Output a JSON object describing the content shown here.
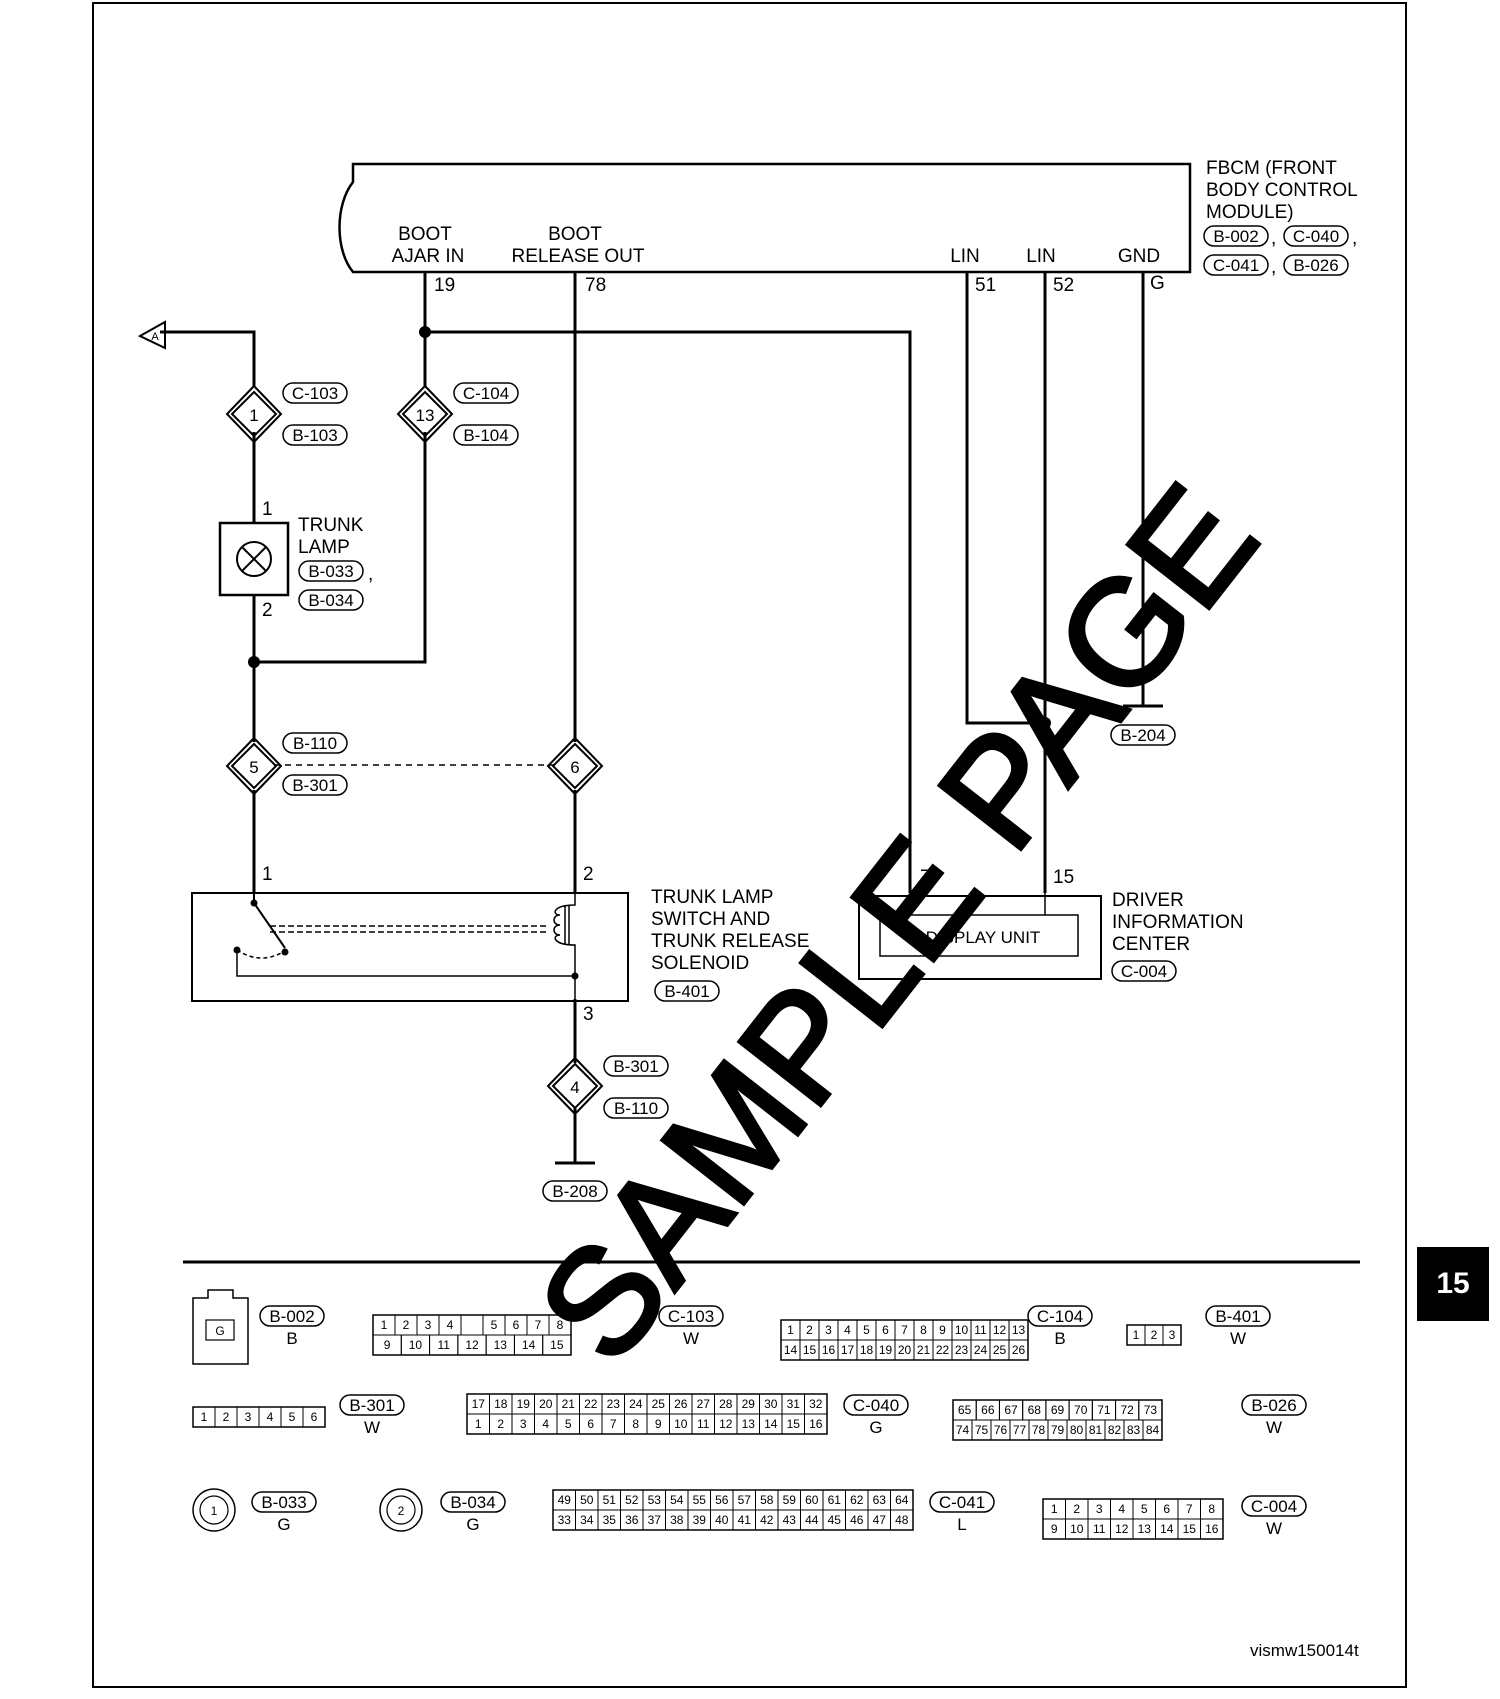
{
  "page_tab": "15",
  "figure_id": "vismw150014t",
  "watermark": "SAMPLE PAGE",
  "fbcm": {
    "name_lines": [
      "FBCM (FRONT",
      "BODY CONTROL",
      "MODULE)"
    ],
    "connectors": [
      "B-002",
      "C-040",
      "C-041",
      "B-026"
    ],
    "pins": [
      {
        "label_lines": [
          "BOOT",
          "AJAR IN"
        ],
        "pin": "19"
      },
      {
        "label_lines": [
          "BOOT",
          "RELEASE OUT"
        ],
        "pin": "78"
      },
      {
        "label_lines": [
          "LIN"
        ],
        "pin": "51"
      },
      {
        "label_lines": [
          "LIN"
        ],
        "pin": "52"
      },
      {
        "label_lines": [
          "GND"
        ],
        "pin": "G"
      }
    ]
  },
  "offpage_ref": "A",
  "inline_connectors": [
    {
      "pin": "1",
      "upper": "C-103",
      "lower": "B-103"
    },
    {
      "pin": "13",
      "upper": "C-104",
      "lower": "B-104"
    },
    {
      "pin": "5",
      "upper": "B-110",
      "lower": "B-301"
    },
    {
      "pin": "6",
      "upper": "",
      "lower": ""
    },
    {
      "pin": "4",
      "upper": "B-301",
      "lower": "B-110"
    }
  ],
  "trunk_lamp": {
    "label_lines": [
      "TRUNK",
      "LAMP"
    ],
    "connectors": [
      "B-033",
      "B-034"
    ],
    "pin_top": "1",
    "pin_bottom": "2"
  },
  "trunk_switch": {
    "label_lines": [
      "TRUNK LAMP",
      "SWITCH AND",
      "TRUNK RELEASE",
      "SOLENOID"
    ],
    "connector": "B-401",
    "pins": [
      "1",
      "2",
      "3"
    ]
  },
  "dic": {
    "label_lines": [
      "DRIVER",
      "INFORMATION",
      "CENTER"
    ],
    "connector": "C-004",
    "inner_label": "DISPLAY UNIT",
    "pins": [
      "7",
      "15"
    ]
  },
  "grounds": [
    "B-204",
    "B-208"
  ],
  "connector_views": [
    {
      "id": "B-002",
      "color": "B",
      "pins": [
        [
          "G"
        ]
      ]
    },
    {
      "id": "C-103",
      "color": "W",
      "pins": [
        [
          "1",
          "2",
          "3",
          "4",
          "",
          "5",
          "6",
          "7",
          "8"
        ],
        [
          "9",
          "10",
          "11",
          "12",
          "13",
          "14",
          "15"
        ]
      ]
    },
    {
      "id": "C-104",
      "color": "B",
      "pins": [
        [
          "1",
          "2",
          "3",
          "4",
          "5",
          "6",
          "7",
          "8",
          "9",
          "10",
          "11",
          "12",
          "13"
        ],
        [
          "14",
          "15",
          "16",
          "17",
          "18",
          "19",
          "20",
          "21",
          "22",
          "23",
          "24",
          "25",
          "26"
        ]
      ]
    },
    {
      "id": "B-401",
      "color": "W",
      "pins": [
        [
          "1",
          "2",
          "3"
        ]
      ]
    },
    {
      "id": "B-301",
      "color": "W",
      "pins": [
        [
          "1",
          "2",
          "3",
          "4",
          "5",
          "6"
        ]
      ]
    },
    {
      "id": "C-040",
      "color": "G",
      "pins": [
        [
          "17",
          "18",
          "19",
          "20",
          "21",
          "22",
          "23",
          "24",
          "25",
          "26",
          "27",
          "28",
          "29",
          "30",
          "31",
          "32"
        ],
        [
          "1",
          "2",
          "3",
          "4",
          "5",
          "6",
          "7",
          "8",
          "9",
          "10",
          "11",
          "12",
          "13",
          "14",
          "15",
          "16"
        ]
      ]
    },
    {
      "id": "B-026",
      "color": "W",
      "pins": [
        [
          "65",
          "66",
          "67",
          "68",
          "69",
          "70",
          "71",
          "72",
          "73"
        ],
        [
          "74",
          "75",
          "76",
          "77",
          "78",
          "79",
          "80",
          "81",
          "82",
          "83",
          "84"
        ]
      ]
    },
    {
      "id": "B-033",
      "color": "G",
      "pins": [
        [
          "1"
        ]
      ]
    },
    {
      "id": "B-034",
      "color": "G",
      "pins": [
        [
          "2"
        ]
      ]
    },
    {
      "id": "C-041",
      "color": "L",
      "pins": [
        [
          "49",
          "50",
          "51",
          "52",
          "53",
          "54",
          "55",
          "56",
          "57",
          "58",
          "59",
          "60",
          "61",
          "62",
          "63",
          "64"
        ],
        [
          "33",
          "34",
          "35",
          "36",
          "37",
          "38",
          "39",
          "40",
          "41",
          "42",
          "43",
          "44",
          "45",
          "46",
          "47",
          "48"
        ]
      ]
    },
    {
      "id": "C-004",
      "color": "W",
      "pins": [
        [
          "1",
          "2",
          "3",
          "4",
          "5",
          "6",
          "7",
          "8"
        ],
        [
          "9",
          "10",
          "11",
          "12",
          "13",
          "14",
          "15",
          "16"
        ]
      ]
    }
  ]
}
